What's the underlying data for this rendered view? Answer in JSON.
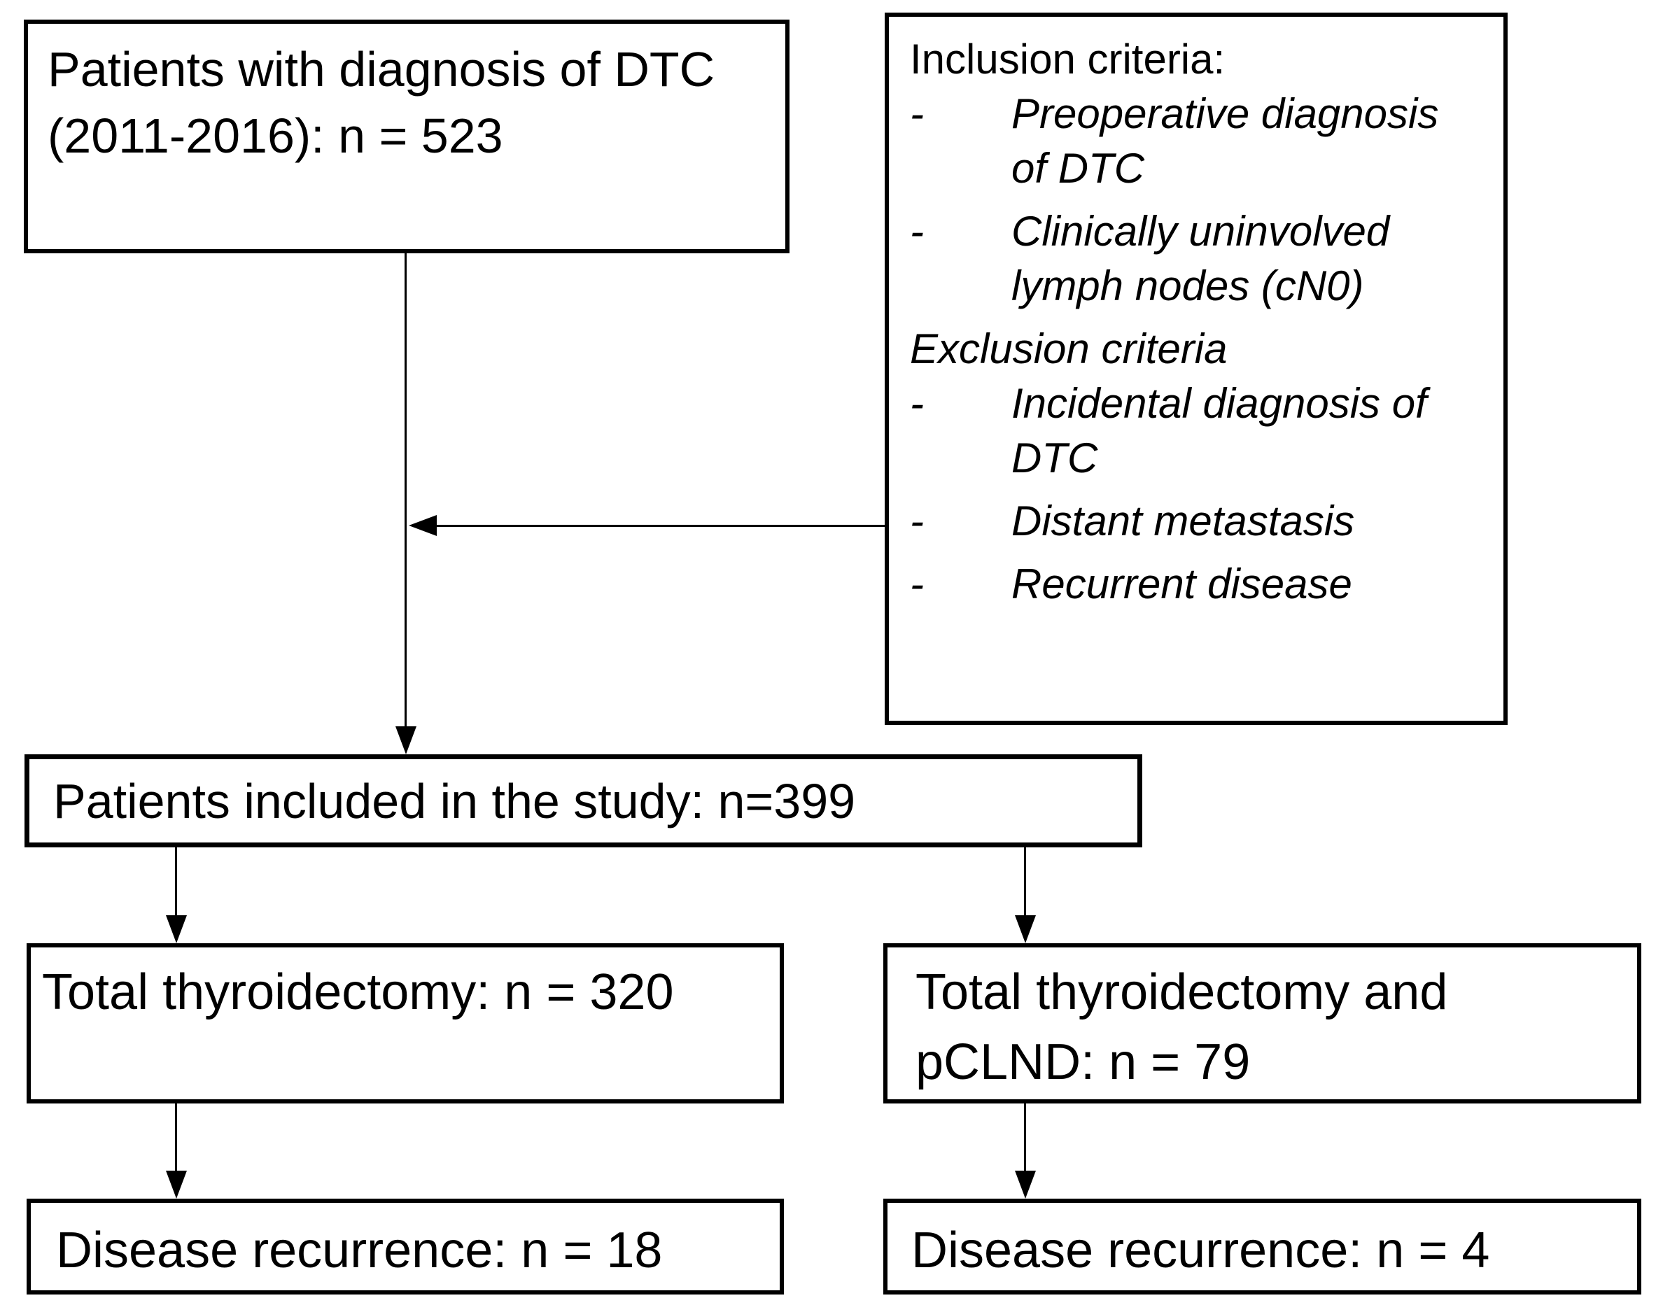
{
  "canvas": {
    "background_color": "#ffffff",
    "line_color": "#000000",
    "text_color": "#000000"
  },
  "boxes": {
    "diagnosis": {
      "text": "Patients with diagnosis of DTC\n(2011-2016): n = 523"
    },
    "criteria": {
      "heading_inclusion": "Inclusion criteria:",
      "items_inclusion": [
        {
          "bullet": "-",
          "text": "Preoperative diagnosis\nof DTC"
        },
        {
          "bullet": "-",
          "text": "Clinically uninvolved\nlymph nodes (cN0)"
        }
      ],
      "heading_exclusion": "Exclusion criteria",
      "items_exclusion": [
        {
          "bullet": "-",
          "text": "Incidental diagnosis of\nDTC"
        },
        {
          "bullet": "-",
          "text": "Distant metastasis"
        },
        {
          "bullet": "-",
          "text": "Recurrent disease"
        }
      ]
    },
    "included": {
      "text": "Patients included in the study: n=399"
    },
    "total_thyroidectomy": {
      "text": "Total thyroidectomy: n = 320"
    },
    "thyroidectomy_pclnd": {
      "text": "Total thyroidectomy and\npCLND: n = 79"
    },
    "recurrence_left": {
      "text": "Disease recurrence: n = 18"
    },
    "recurrence_right": {
      "text": "Disease recurrence: n = 4"
    }
  }
}
